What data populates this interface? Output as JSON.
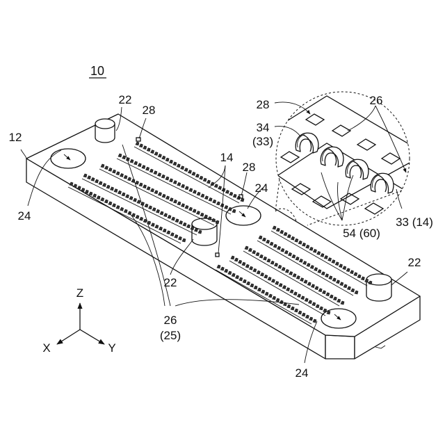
{
  "figure": {
    "number": "10",
    "labels": {
      "body": "12",
      "boss_top_left": "22",
      "boss_middle": "22",
      "boss_right": "22",
      "hole_left": "24",
      "hole_middle": "24",
      "hole_right": "24",
      "recess_left": "28",
      "recess_middle": "28",
      "recess_detail": "28",
      "contact_row": "14",
      "groove_detail": "26",
      "groove_main": "26",
      "groove_main_sub": "(25)",
      "terminal_detail": "34",
      "terminal_detail_sub": "(33)",
      "spring_detail": "54 (60)",
      "contact_detail": "33 (14)"
    },
    "axes": {
      "z": "Z",
      "x": "X",
      "y": "Y"
    }
  }
}
